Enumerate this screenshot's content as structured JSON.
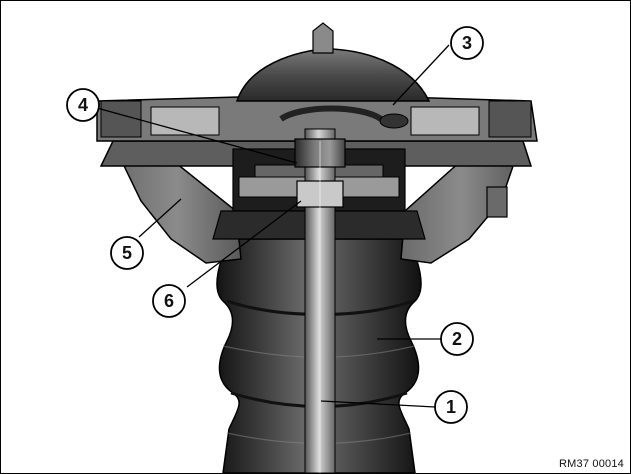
{
  "figure": {
    "reference": "RM37 00014",
    "callouts": [
      {
        "label": "1",
        "part": "piston-rod"
      },
      {
        "label": "2",
        "part": "rolling-lobe-bellows"
      },
      {
        "label": "3",
        "part": "top-mount-cover"
      },
      {
        "label": "4",
        "part": "rod-nut"
      },
      {
        "label": "5",
        "part": "mount-housing"
      },
      {
        "label": "6",
        "part": "rod-bushing"
      }
    ]
  }
}
